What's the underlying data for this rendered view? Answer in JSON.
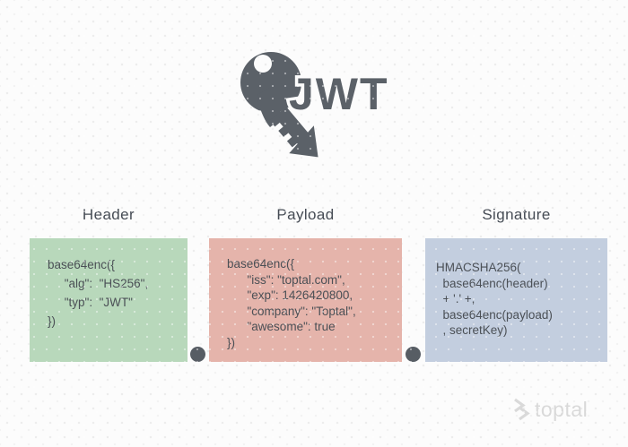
{
  "background": {
    "color": "#fcfcfc",
    "texture": "subtle diagonal dot paper pattern",
    "texture_dot_color": "#ededed"
  },
  "logo": {
    "text": "JWT",
    "color": "#5b6168",
    "icon": "key-icon"
  },
  "section_titles": {
    "color": "#454b54"
  },
  "code": {
    "text_color": "#4b5056"
  },
  "columns": [
    {
      "title": "Header",
      "box_color": "#b8d8bb",
      "code_lines": [
        "base64enc({",
        "     \"alg\":  \"HS256\",",
        "     \"typ\":  \"JWT\"",
        "})"
      ]
    },
    {
      "title": "Payload",
      "box_color": "#e5b4ab",
      "code_lines": [
        "base64enc({",
        "      \"iss\": \"toptal.com\",",
        "      \"exp\": 1426420800,",
        "      \"company\": \"Toptal\",",
        "      \"awesome\": true",
        "})"
      ]
    },
    {
      "title": "Signature",
      "box_color": "#c3cedf",
      "code_lines": [
        "HMACSHA256(",
        "  base64enc(header)",
        "  + '.' +,",
        "  base64enc(payload)",
        "  , secretKey)"
      ]
    }
  ],
  "connector": {
    "dot_color": "#575d64",
    "dot_count": 2
  },
  "watermark": {
    "text": "toptal",
    "color": "#d9d9d9",
    "icon": "toptal-chevrons-icon"
  }
}
